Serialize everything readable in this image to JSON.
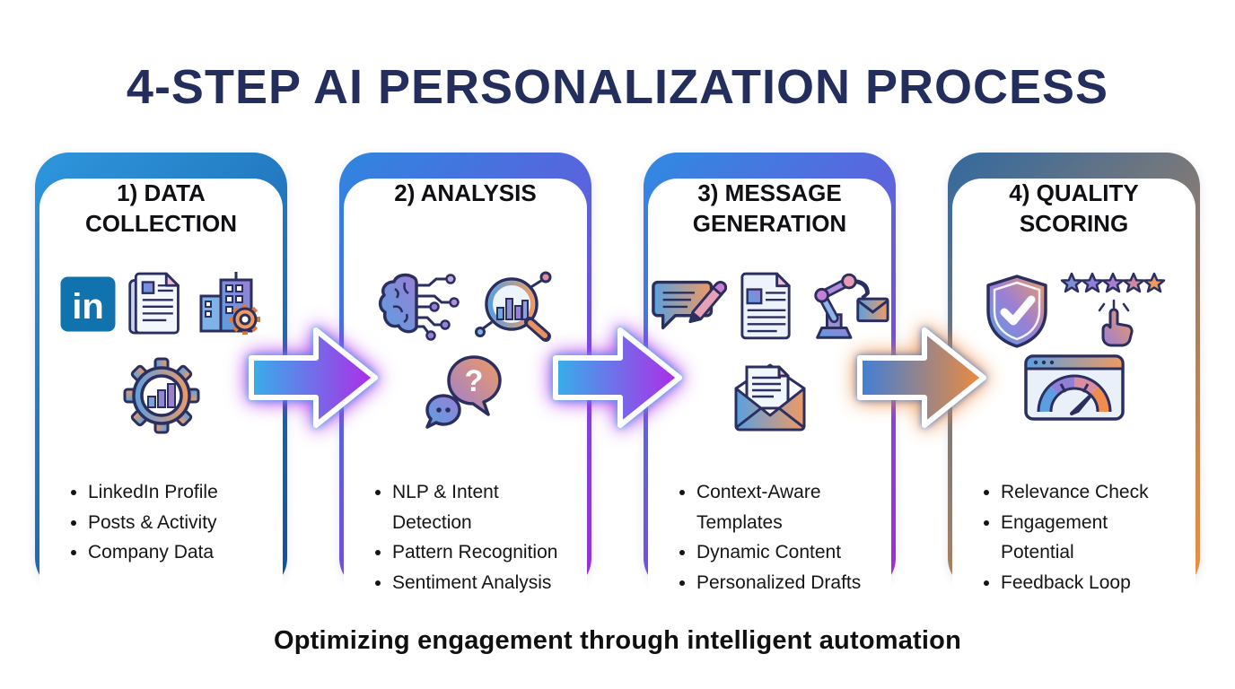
{
  "title": "4-STEP AI PERSONALIZATION PROCESS",
  "caption": "Optimizing engagement through intelligent automation",
  "steps": [
    {
      "heading": "1) DATA COLLECTION",
      "bullets": [
        "LinkedIn Profile",
        "Posts & Activity",
        "Company Data"
      ],
      "icons": [
        "linkedin-icon",
        "documents-icon",
        "company-automation-icon",
        "gear-analytics-icon"
      ],
      "border_from": "#2e96dd",
      "border_to": "#134f96"
    },
    {
      "heading": "2) ANALYSIS",
      "bullets": [
        "NLP & Intent Detection",
        "Pattern Recognition",
        "Sentiment Analysis"
      ],
      "icons": [
        "ai-brain-icon",
        "search-analytics-icon",
        "question-chat-icon"
      ],
      "border_from": "#2e86e0",
      "border_to": "#9a2fd8"
    },
    {
      "heading": "3) MESSAGE GENERATION",
      "bullets": [
        "Context-Aware Templates",
        "Dynamic Content",
        "Personalized Drafts"
      ],
      "icons": [
        "message-edit-icon",
        "document-icon",
        "robot-mail-icon",
        "open-envelope-icon"
      ],
      "border_from": "#2f8ae2",
      "border_to": "#a32ad8"
    },
    {
      "heading": "4) QUALITY SCORING",
      "bullets": [
        "Relevance Check",
        "Engagement Potential",
        "Feedback Loop"
      ],
      "icons": [
        "shield-check-icon",
        "star-rating-icon",
        "gauge-icon"
      ],
      "border_from": "#32699f",
      "border_to": "#f0913e"
    }
  ],
  "arrows": [
    {
      "from": "#35b0ea",
      "to": "#b02ae8"
    },
    {
      "from": "#35b0ea",
      "to": "#b02ae8"
    },
    {
      "from": "#3f7fd6",
      "to": "#f08a3c"
    }
  ],
  "colors": {
    "title_navy": "#242e5c",
    "heading_black": "#101014",
    "bullet_black": "#151515",
    "linkedin_blue": "#1173ae",
    "icon_outline_navy": "#2b2f60",
    "icon_blue": "#5aa0e0",
    "icon_purple": "#9a7fd6",
    "icon_orange": "#ef9a62"
  }
}
